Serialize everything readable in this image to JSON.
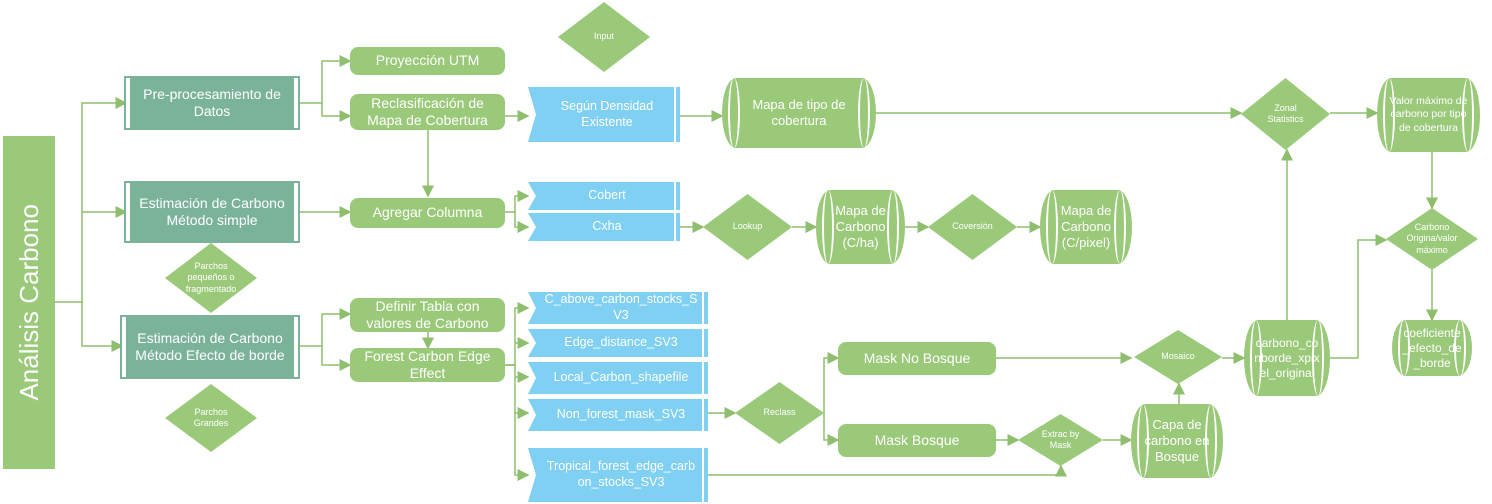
{
  "main": {
    "title": "Análisis Carbono"
  },
  "steps": {
    "preproc": "Pre-procesamiento de Datos",
    "simple": "Estimación de Carbono Método simple",
    "edge": "Estimación de Carbono Método Efecto de borde"
  },
  "tasks": {
    "utm": "Proyección UTM",
    "reclass_map": "Reclasificación de Mapa de Cobertura",
    "add_column": "Agregar Columna",
    "define_table": "Definir Tabla con valores de Carbono",
    "fcee": "Forest Carbon Edge Effect",
    "mask_no_forest": "Mask No Bosque",
    "mask_forest": "Mask Bosque"
  },
  "data_items": {
    "density": "Según Densidad Existente",
    "cobert": "Cobert",
    "cxha": "Cxha",
    "c_above": "C_above_carbon_stocks_SV3",
    "edge_distance": "Edge_distance_SV3",
    "local_carbon": "Local_Carbon_shapefile",
    "non_forest": "Non_forest_mask_SV3",
    "tropical": "Tropical_forest_edge_carbon_stocks_SV3"
  },
  "datasets": {
    "cover_map": "Mapa de tipo de cobertura",
    "carbon_ha": "Mapa de Carbono (C/ha)",
    "carbon_pixel": "Mapa de Carbono (C/pixel)",
    "max_carbon": "Valor máximo de carbono por tipo de cobertura",
    "forest_layer": "Capa de carbono en Bosque",
    "carbono_orig": "carbono_conborde_xpixel_original",
    "coef": "coeficiente_efecto_de_borde"
  },
  "decisions": {
    "input": "Input",
    "small_patches": "Parchos pequeños o fragmentado",
    "large_patches": "Parchos Grandes",
    "lookup": "Lookup",
    "conversion": "Coversión",
    "zonal": "Zonal Statistics",
    "reclass": "Reclass",
    "mosaic": "Mosaico",
    "extract": "Extrac by Mask",
    "ratio": "Carbono Origina/valor máximo"
  },
  "colors": {
    "green": "#9bc97a",
    "teal": "#7ab39a",
    "blue": "#7fd0f2",
    "line": "#8fbf6e"
  }
}
